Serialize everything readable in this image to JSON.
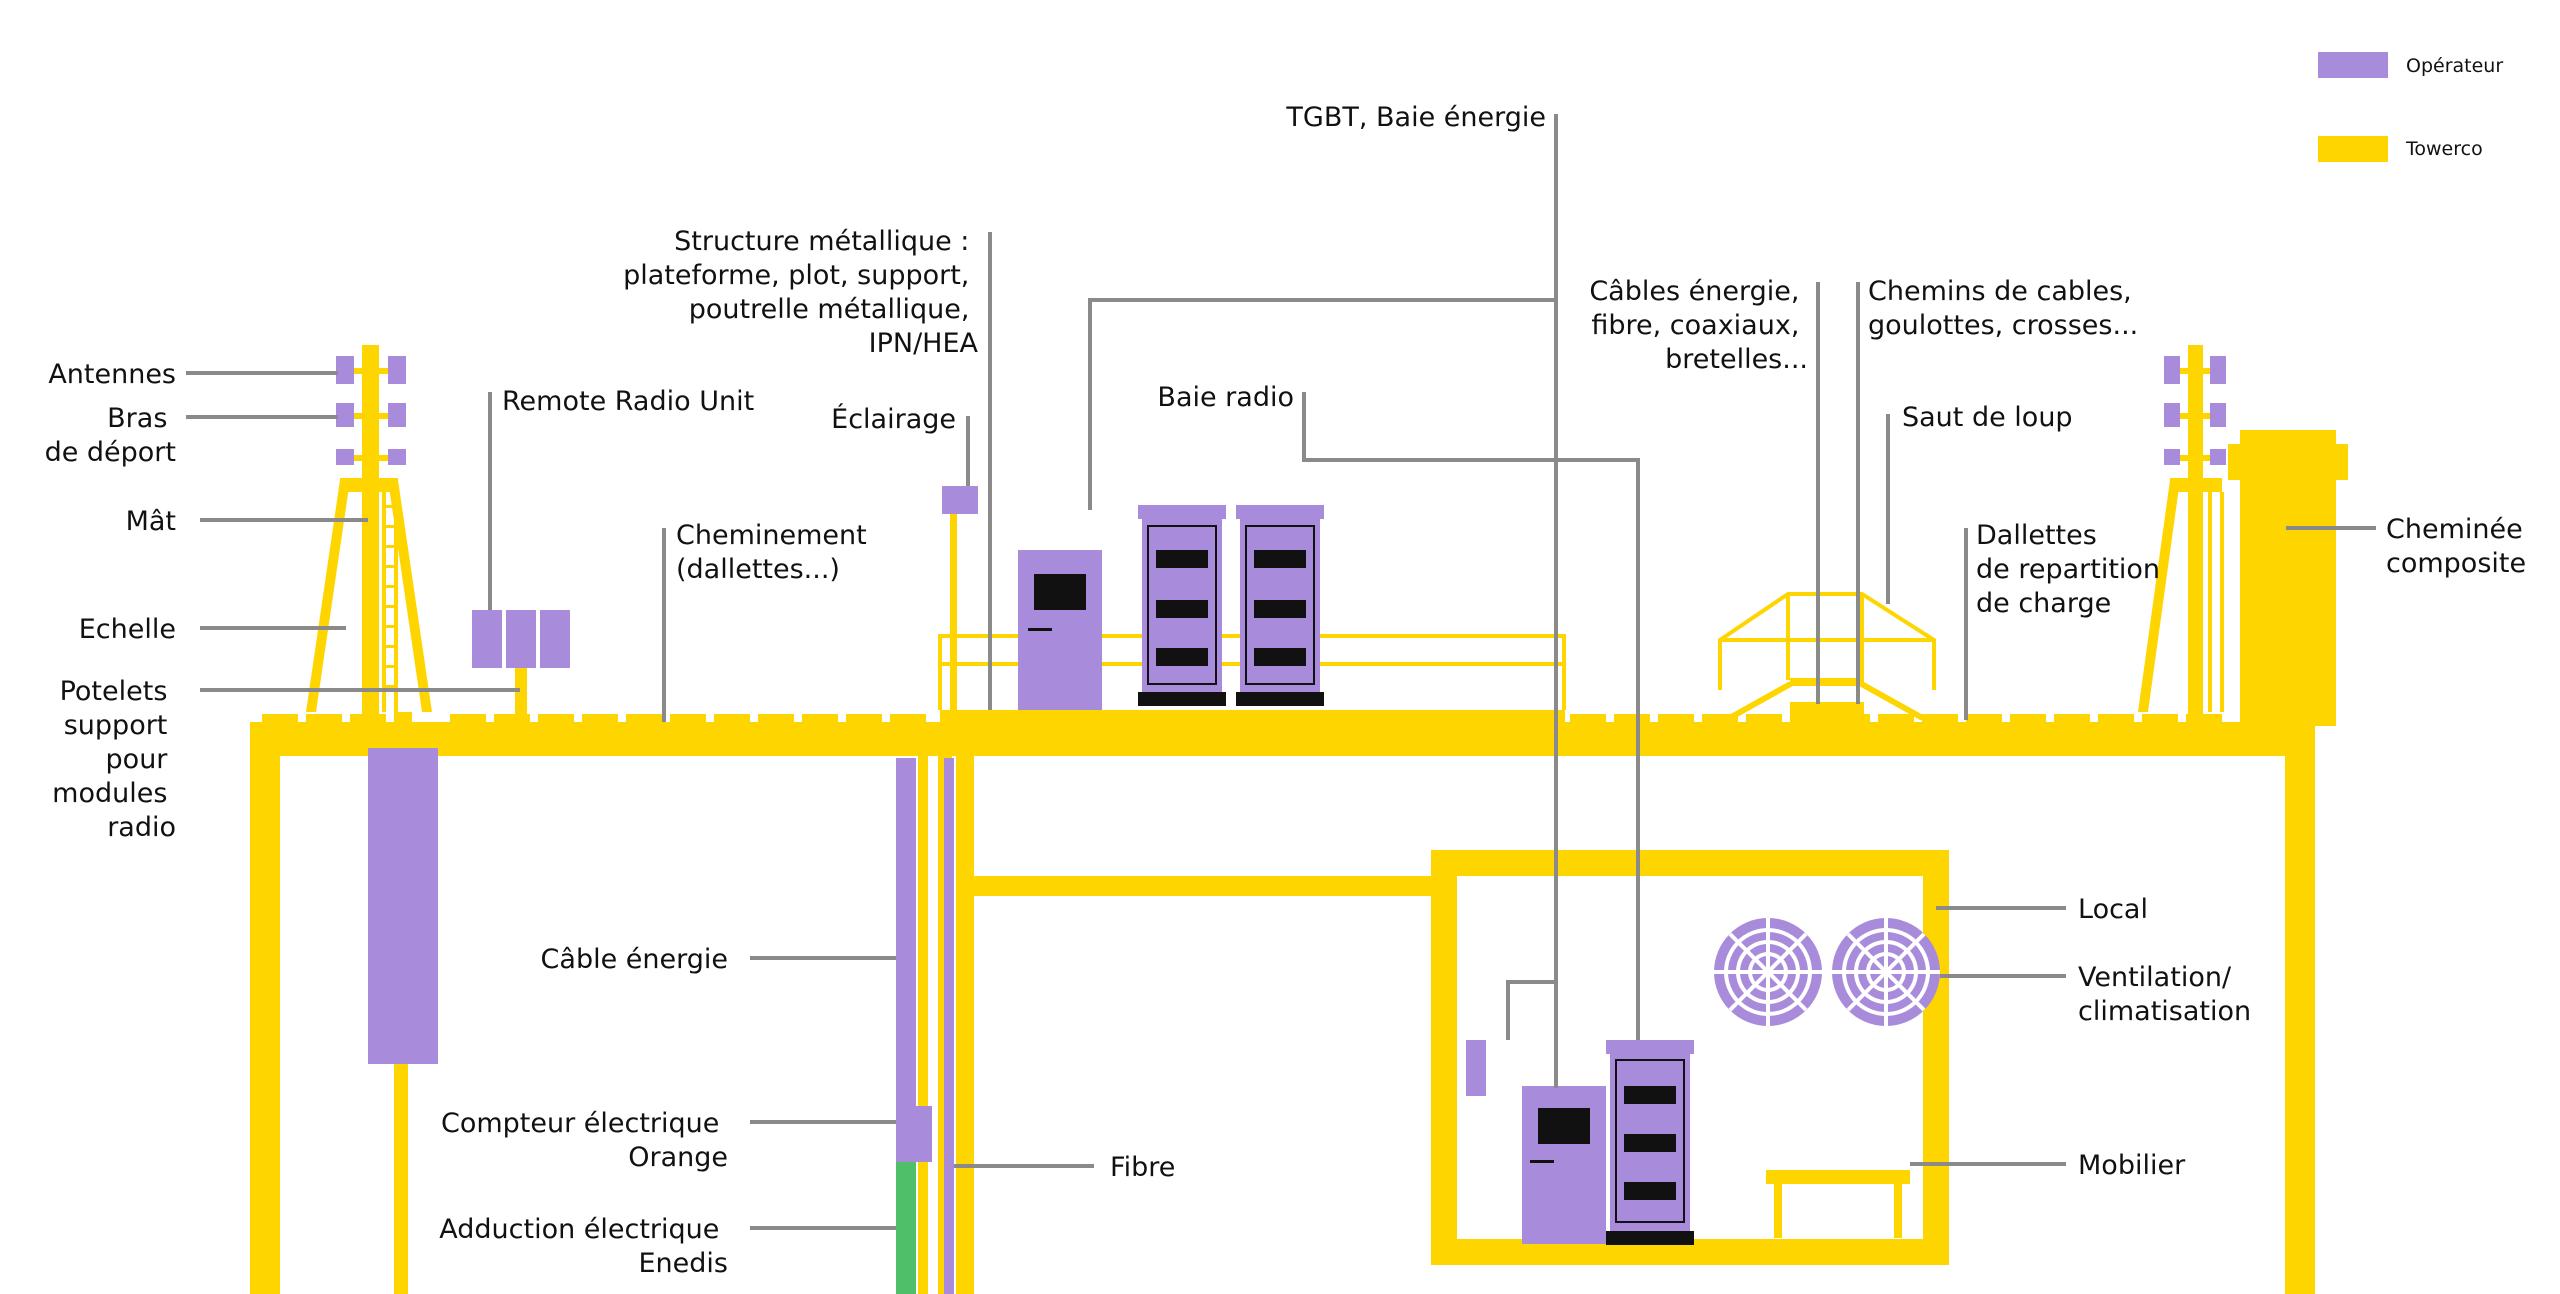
{
  "colors": {
    "operateur": "#A98BDB",
    "towerco": "#FFD500",
    "enedis": "#4FBF6A",
    "leader": "#8a8a8a"
  },
  "legend": {
    "operateur": "Opérateur",
    "towerco": "Towerco"
  },
  "labels": {
    "antennes": "Antennes",
    "bras": [
      "Bras",
      "de déport"
    ],
    "mat": "Mât",
    "echelle": "Echelle",
    "potelets": [
      "Potelets",
      "support",
      "pour",
      "modules",
      "radio"
    ],
    "rru": "Remote Radio Unit",
    "cheminement": [
      "Cheminement",
      "(dallettes...)"
    ],
    "structure": [
      "Structure métallique :",
      "plateforme, plot, support,",
      "poutrelle métallique,",
      "IPN/HEA"
    ],
    "eclairage": "Éclairage",
    "tgbt": "TGBT, Baie énergie",
    "baie_radio": "Baie radio",
    "cables_energie": [
      "Câbles énergie,",
      "fibre, coaxiaux,",
      "bretelles..."
    ],
    "chemins": [
      "Chemins de cables,",
      "goulottes, crosses..."
    ],
    "saut_de_loup": "Saut de loup",
    "dallettes": [
      "Dallettes",
      "de repartition",
      "de charge"
    ],
    "cheminee": [
      "Cheminée",
      "composite"
    ],
    "local": "Local",
    "ventilation": [
      "Ventilation/",
      "climatisation"
    ],
    "mobilier": "Mobilier",
    "cable_energie": "Câble énergie",
    "compteur": [
      "Compteur électrique",
      "Orange"
    ],
    "adduction": [
      "Adduction électrique",
      "Enedis"
    ],
    "fibre": "Fibre"
  }
}
